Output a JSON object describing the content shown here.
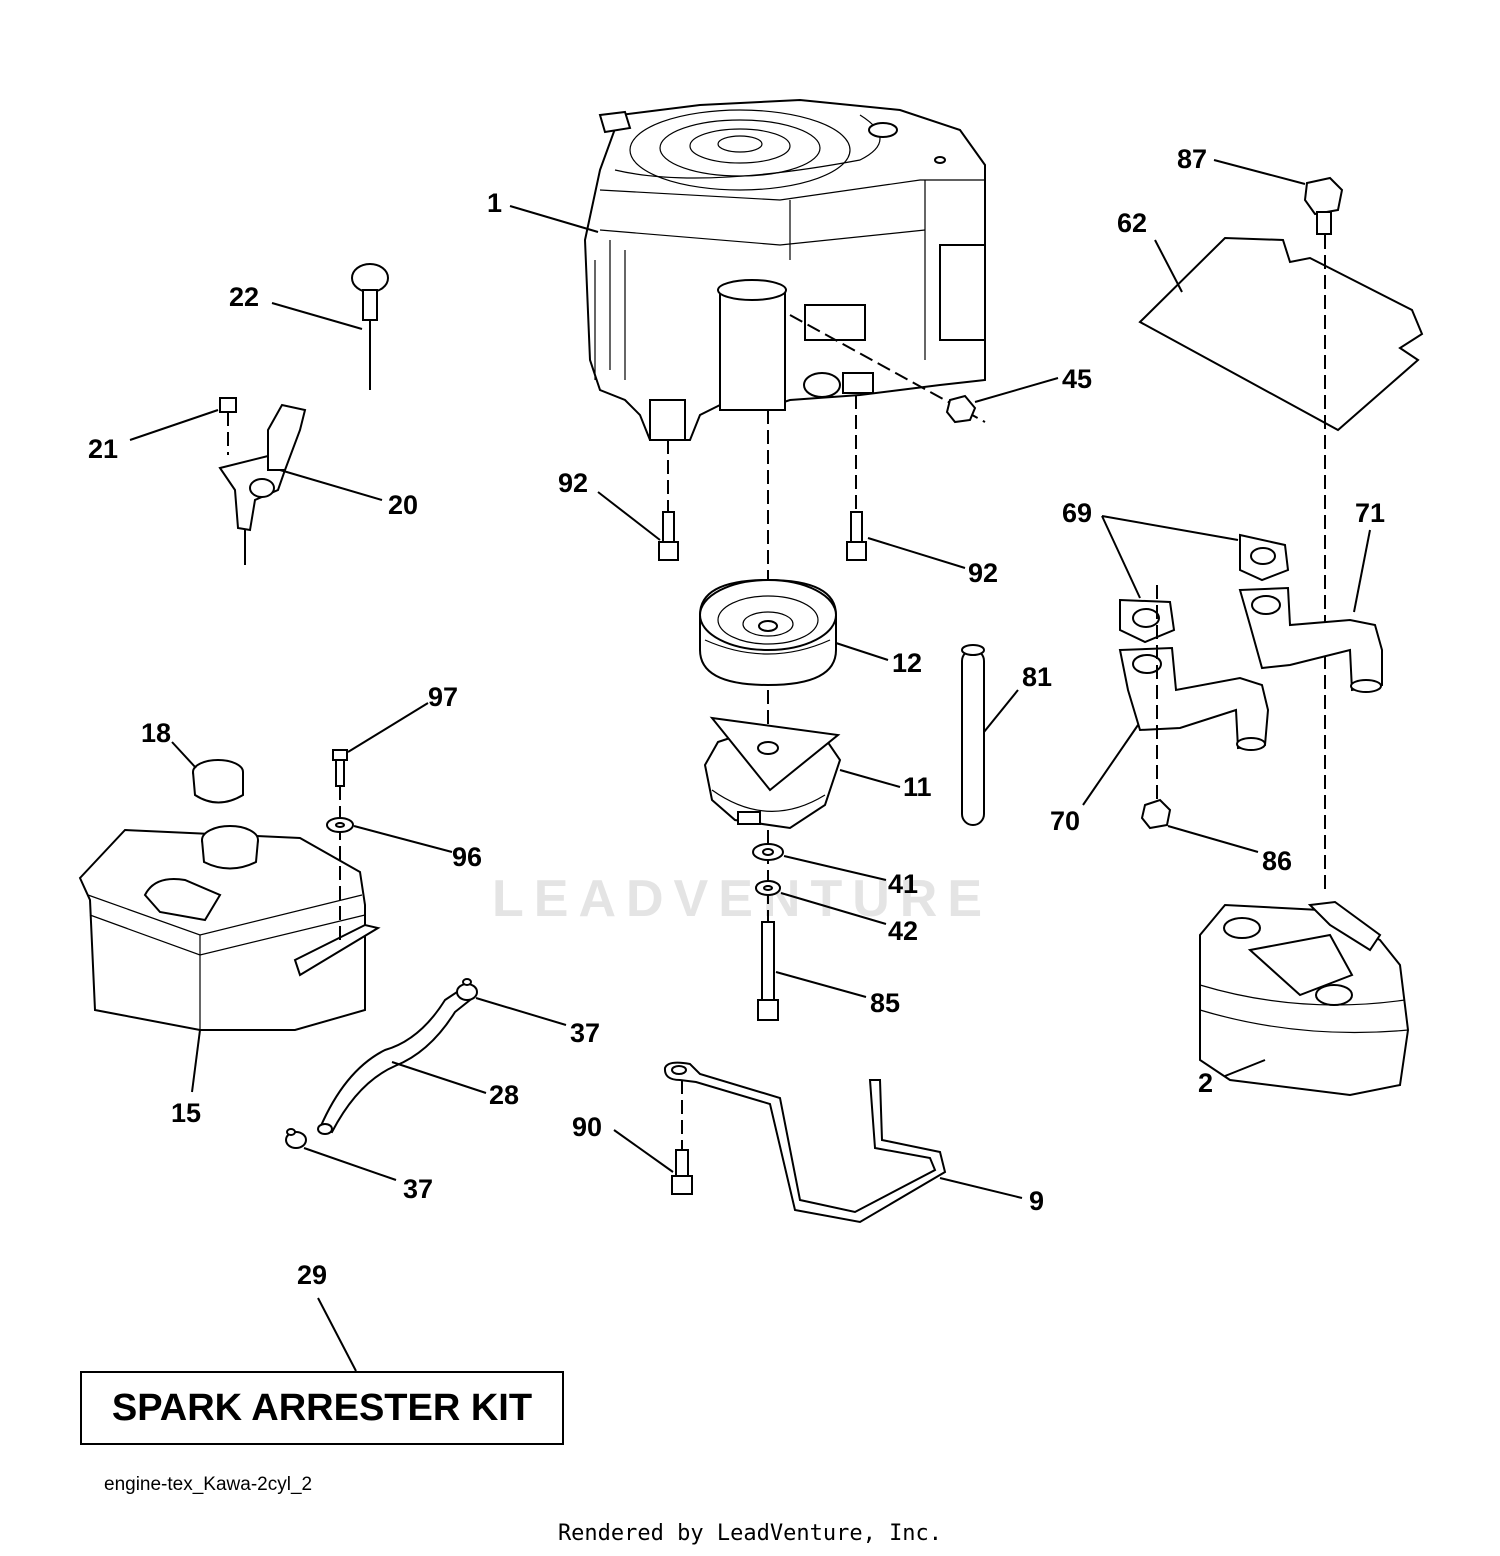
{
  "watermark": "LEADVENTURE",
  "callouts": [
    "1",
    "2",
    "9",
    "11",
    "12",
    "15",
    "18",
    "20",
    "21",
    "22",
    "28",
    "29",
    "37",
    "37",
    "41",
    "42",
    "45",
    "62",
    "69",
    "70",
    "71",
    "81",
    "85",
    "86",
    "87",
    "90",
    "92",
    "92",
    "96",
    "97"
  ],
  "parts": {
    "engine": "1",
    "muffler": "2",
    "rod": "9",
    "clutch": "11",
    "pulley": "12",
    "fuel_tank": "15",
    "fuel_cap": "18",
    "throttle_control": "20",
    "screw_21": "21",
    "knob": "22",
    "fuel_line": "28",
    "spark_arrester_kit": "29",
    "clamp_top": "37",
    "clamp_bottom": "37",
    "washer_41": "41",
    "washer_42": "42",
    "nut_45": "45",
    "heat_shield": "62",
    "gasket": "69",
    "exhaust_pipe_left": "70",
    "exhaust_pipe_right": "71",
    "tube": "81",
    "bolt_85": "85",
    "locknut_86": "86",
    "bolt_87": "87",
    "bolt_90": "90",
    "bolt_92_left": "92",
    "bolt_92_right": "92",
    "washer_96": "96",
    "bolt_97": "97"
  },
  "kit_box_text": "SPARK ARRESTER KIT",
  "diagram_id": "engine-tex_Kawa-2cyl_2",
  "rendered_by": "Rendered by LeadVenture, Inc."
}
